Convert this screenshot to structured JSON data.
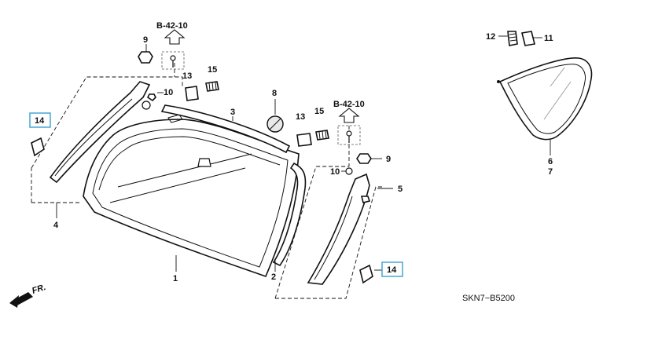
{
  "diagram": {
    "diagram_code": "SKN7−B5200",
    "front_indicator": "FR.",
    "reference_labels": [
      "B-42-10",
      "B-42-10"
    ],
    "callouts": {
      "windshield_glass": "1",
      "windshield_dam_rubber": "2",
      "upper_molding": "3",
      "left_side_molding": "4",
      "right_side_molding": "5",
      "quarter_glass": "6",
      "quarter_glass_alt": "7",
      "mirror_base": "8",
      "nut_left": "9",
      "nut_right": "9",
      "screw_left": "10",
      "screw_right": "10",
      "fastener_top": "11",
      "spacer_top": "12",
      "clip_left": "13",
      "clip_right": "13",
      "bracket_left": "14",
      "bracket_right": "14",
      "fastener_left": "15",
      "fastener_right": "15"
    },
    "highlight_color": "#3aa0d0"
  }
}
